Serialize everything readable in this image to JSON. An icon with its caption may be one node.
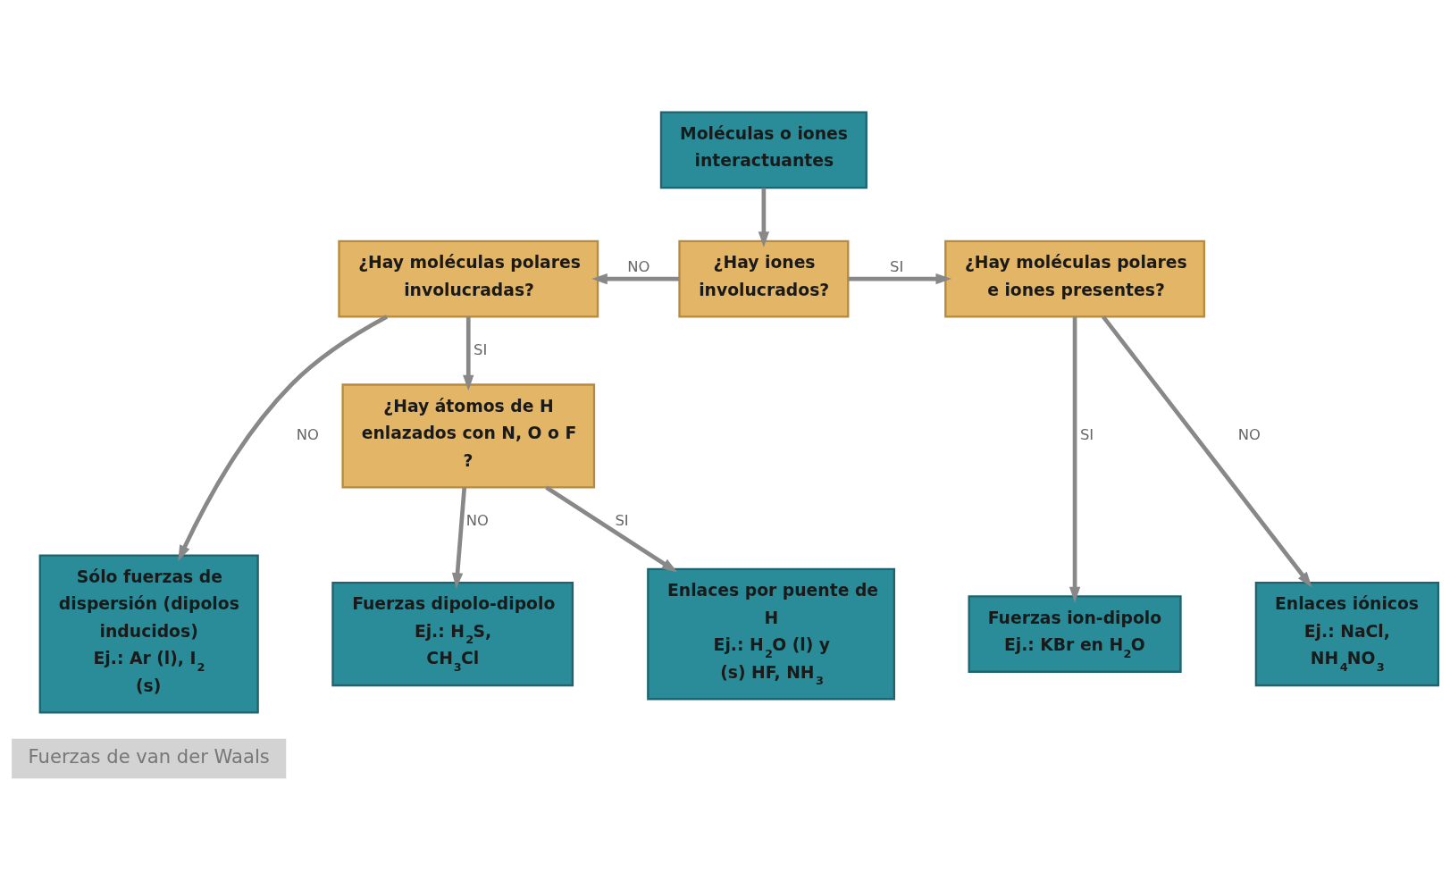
{
  "diagram": {
    "nodes": [
      {
        "text": [
          "Moléculas o iones interactuantes"
        ]
      },
      {
        "text": [
          "¿Hay moléculas polares involucradas?"
        ]
      },
      {
        "text": [
          "¿Hay iones involucrados?"
        ]
      },
      {
        "text": [
          "¿Hay moléculas polares e iones presentes?"
        ]
      },
      {
        "text": [
          "¿Hay átomos de H enlazados con N, O o F ?"
        ]
      },
      {
        "text": [
          "Sólo fuerzas de dispersión (dipolos inducidos)",
          "Ej.: Ar (l), I$_{2}$ (s)"
        ]
      },
      {
        "text": [
          "Fuerzas dipolo-dipolo",
          "Ej.: H$_{2}$S, CH$_{3}$Cl"
        ]
      },
      {
        "text": [
          "Enlaces por puente de H",
          "Ej.: H$_{2}$O (l) y (s) HF, NH$_{3}$"
        ]
      },
      {
        "text": [
          "Fuerzas ion-dipolo",
          "Ej.: KBr en H$_{2}$O"
        ]
      },
      {
        "text": [
          "Enlaces iónicos",
          "Ej.: NaCl, NH$_{4}$NO$_{3}$"
        ]
      }
    ],
    "edges": [
      {
        "from": 0,
        "to": 2,
        "arrow": "to"
      },
      {
        "from": 2,
        "to": 1,
        "arrow": "to",
        "label": "NO"
      },
      {
        "from": 1,
        "to": 5,
        "arrow": "to",
        "label": "NO"
      },
      {
        "from": 1,
        "to": 4,
        "arrow": "to",
        "label": "SI"
      },
      {
        "from": 2,
        "to": 3,
        "arrow": "to",
        "label": "SI"
      },
      {
        "from": 3,
        "to": 8,
        "arrow": "to",
        "label": "SI"
      },
      {
        "from": 3,
        "to": 9,
        "arrow": "to",
        "label": "NO"
      },
      {
        "from": 4,
        "to": 6,
        "arrow": "to",
        "label": "NO"
      },
      {
        "from": 4,
        "to": 7,
        "arrow": "to",
        "label": "SI"
      }
    ],
    "labels": [
      "Fuerzas de van der Waals"
    ]
  }
}
